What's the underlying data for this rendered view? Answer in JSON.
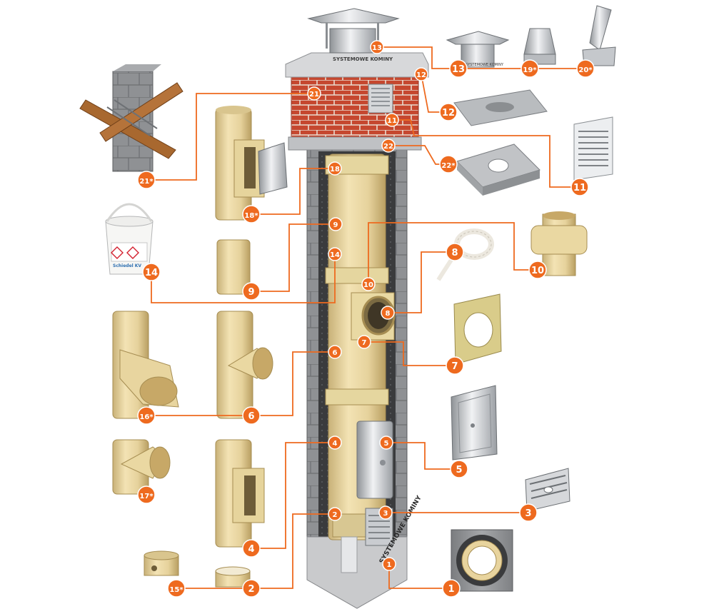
{
  "colors": {
    "accent": "#ee6a1f",
    "ceramic": "#e8d5a0",
    "brick": "#c24a36",
    "block": "#8d8f91",
    "steel": "#c9ccd0"
  },
  "badges": {
    "c1": "1",
    "c2": "2",
    "c3": "3",
    "c4": "4",
    "c5": "5",
    "c6": "6",
    "c7": "7",
    "c8": "8",
    "c9": "9",
    "c10": "10",
    "c11": "11",
    "c12": "12",
    "c13": "13",
    "c14": "14",
    "c18": "18",
    "c21": "21",
    "c22": "22",
    "p1": "1",
    "p2": "2",
    "p3": "3",
    "p4": "4",
    "p5": "5",
    "p6": "6",
    "p7": "7",
    "p8": "8",
    "p9": "9",
    "p10": "10",
    "p11": "11",
    "p12": "12",
    "p13": "13",
    "p14": "14",
    "p15": "15*",
    "p16": "16*",
    "p17": "17*",
    "p18": "18*",
    "p19": "19*",
    "p20": "20*",
    "p21": "21*",
    "p22": "22*"
  },
  "product_text": {
    "chimney_brand_top": "SYSTEMOWE KOMINY",
    "chimney_brand_side": "SYSTEMOWE KOMINY",
    "cap_brand": "SYSTEMOWE KOMINY",
    "bucket_name": "Schiedel KV"
  }
}
